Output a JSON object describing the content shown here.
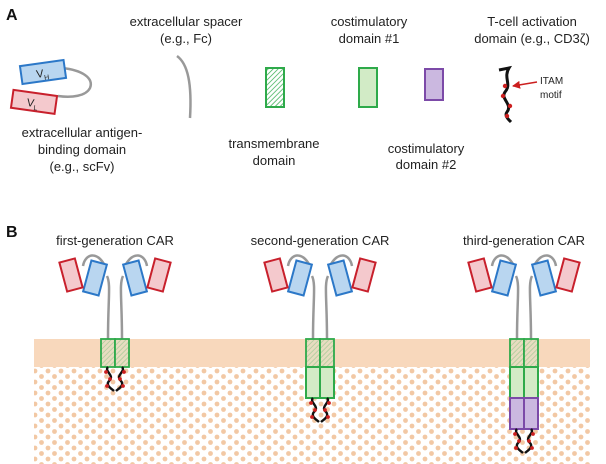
{
  "panels": {
    "a": {
      "letter": "A",
      "labels": {
        "spacer_line1": "extracellular spacer",
        "spacer_line2": "(e.g., Fc)",
        "costim1_line1": "costimulatory",
        "costim1_line2": "domain #1",
        "activation_line1": "T-cell activation",
        "activation_line2": "domain (e.g., CD3ζ)",
        "antigen_line1": "extracellular antigen-",
        "antigen_line2": "binding domain",
        "antigen_line3": "(e.g., scFv)",
        "transmembrane_line1": "transmembrane",
        "transmembrane_line2": "domain",
        "costim2_line1": "costimulatory",
        "costim2_line2": "domain #2",
        "itam_line1": "ITAM",
        "itam_line2": "motif"
      },
      "vh": {
        "main": "V",
        "sub": "H"
      },
      "vl": {
        "main": "V",
        "sub": "L"
      }
    },
    "b": {
      "letter": "B",
      "generations": [
        {
          "title": "first-generation CAR",
          "costim_domains": 0
        },
        {
          "title": "second-generation CAR",
          "costim_domains": 1
        },
        {
          "title": "third-generation CAR",
          "costim_domains": 2
        }
      ]
    }
  },
  "colors": {
    "vh": "#2c78c8",
    "vh_fill": "#b9d6f0",
    "vl": "#c8202c",
    "vl_fill": "#f4c9cd",
    "spacer": "#999999",
    "transmembrane": "#2eaa4a",
    "costim1": "#2eaa4a",
    "costim1_fill": "#d2ebc6",
    "costim2": "#7c4aa8",
    "costim2_fill": "#cbb8e0",
    "itam": "#cc1f1f",
    "membrane": "#f8d8bc",
    "cytoplasm_dots": "#f2c8a4"
  }
}
